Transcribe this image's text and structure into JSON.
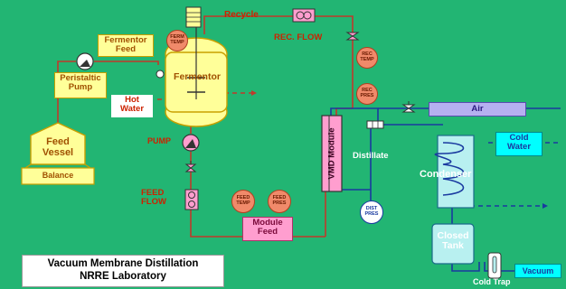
{
  "labels": {
    "fermentor_feed": "Fermentor\nFeed",
    "fermentor": "Fermentor",
    "ferm_temp": "FERM\nTEMP",
    "recycle": "Recycle",
    "rec_flow": "REC. FLOW",
    "rec_temp": "REC\nTEMP",
    "rec_pres": "REC\nPRES",
    "peristaltic_pump": "Peristaltic\nPump",
    "hot_water": "Hot\nWater",
    "feed_vessel": "Feed\nVessel",
    "balance": "Balance",
    "pump": "PUMP",
    "feed_flow": "FEED\nFLOW",
    "feed_temp": "FEED\nTEMP",
    "feed_pres": "FEED\nPRES",
    "module_feed": "Module\nFeed",
    "vmd_module": "VMD Module",
    "distillate": "Distillate",
    "dist_pres": "DIST\nPRES",
    "air": "Air",
    "cold_water": "Cold\nWater",
    "condenser": "Condenser",
    "closed_tank": "Closed\nTank",
    "cold_trap": "Cold Trap",
    "vacuum": "Vacuum"
  },
  "title": {
    "line1": "Vacuum Membrane Distillation",
    "line2": "NRRE Laboratory"
  },
  "colors": {
    "background": "#22b573",
    "pipe": "#c0392b",
    "distillate_pipe": "#1a3aa0",
    "vessel_fill": "#ffff99",
    "air_box": "#b6b0f0",
    "water_box": "#00ffff",
    "condenser_fill": "#b8f0f0",
    "vmd_fill": "#ff9ecf",
    "label_pink_box": "#ff9ecf",
    "label_red": "#cc2200"
  }
}
